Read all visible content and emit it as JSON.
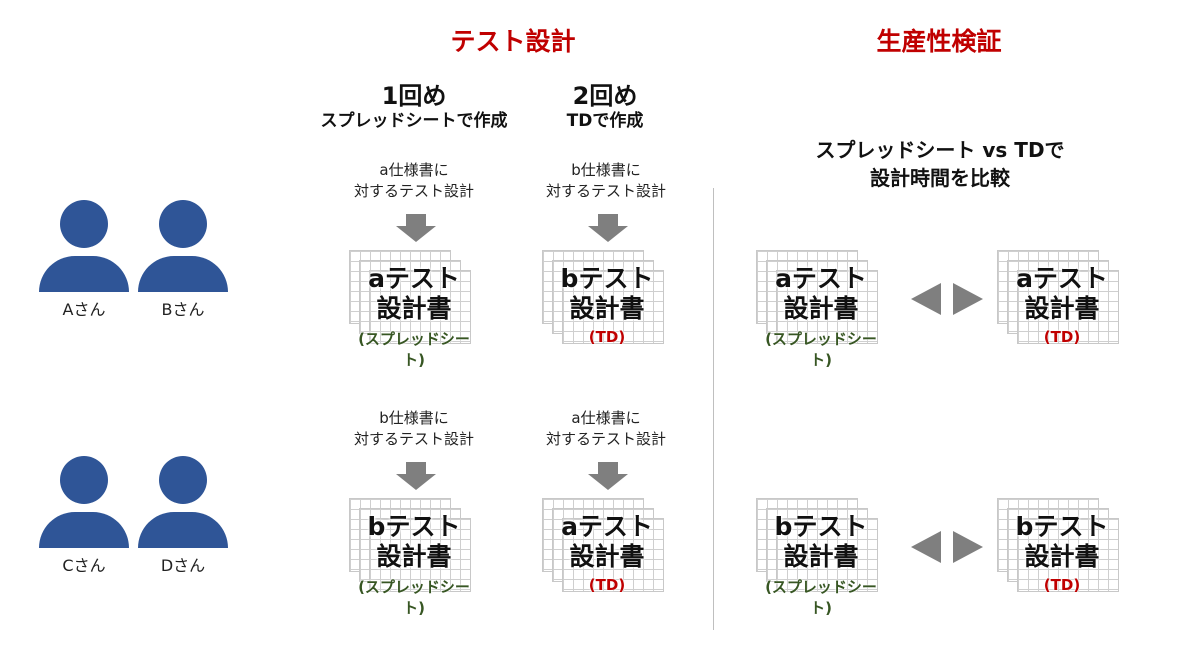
{
  "headers": {
    "test_design": "テスト設計",
    "productivity": "生産性検証"
  },
  "round1": {
    "title": "1回め",
    "subtitle": "スプレッドシートで作成"
  },
  "round2": {
    "title": "2回め",
    "subtitle": "TDで作成"
  },
  "comparison": {
    "line1": "スプレッドシート vs TDで",
    "line2": "設計時間を比較"
  },
  "people": {
    "a": "Aさん",
    "b": "Bさん",
    "c": "Cさん",
    "d": "Dさん"
  },
  "specs": {
    "top_r1": {
      "line1": "a仕様書に",
      "line2": "対するテスト設計"
    },
    "top_r2": {
      "line1": "b仕様書に",
      "line2": "対するテスト設計"
    },
    "bot_r1": {
      "line1": "b仕様書に",
      "line2": "対するテスト設計"
    },
    "bot_r2": {
      "line1": "a仕様書に",
      "line2": "対するテスト設計"
    }
  },
  "docs": {
    "top_r1": {
      "line1": "aテスト",
      "line2": "設計書",
      "tag": "(スプレッドシート)"
    },
    "top_r2": {
      "line1": "bテスト",
      "line2": "設計書",
      "tag": "(TD)"
    },
    "bot_r1": {
      "line1": "bテスト",
      "line2": "設計書",
      "tag": "(スプレッドシート)"
    },
    "bot_r2": {
      "line1": "aテスト",
      "line2": "設計書",
      "tag": "(TD)"
    },
    "cmp_top_left": {
      "line1": "aテスト",
      "line2": "設計書",
      "tag": "(スプレッドシート)"
    },
    "cmp_top_right": {
      "line1": "aテスト",
      "line2": "設計書",
      "tag": "(TD)"
    },
    "cmp_bot_left": {
      "line1": "bテスト",
      "line2": "設計書",
      "tag": "(スプレッドシート)"
    },
    "cmp_bot_right": {
      "line1": "bテスト",
      "line2": "設計書",
      "tag": "(TD)"
    }
  },
  "colors": {
    "header_red": "#c00000",
    "person_blue": "#2f5597",
    "tag_green": "#375623",
    "tag_red": "#c00000",
    "arrow_gray": "#7f7f7f"
  }
}
